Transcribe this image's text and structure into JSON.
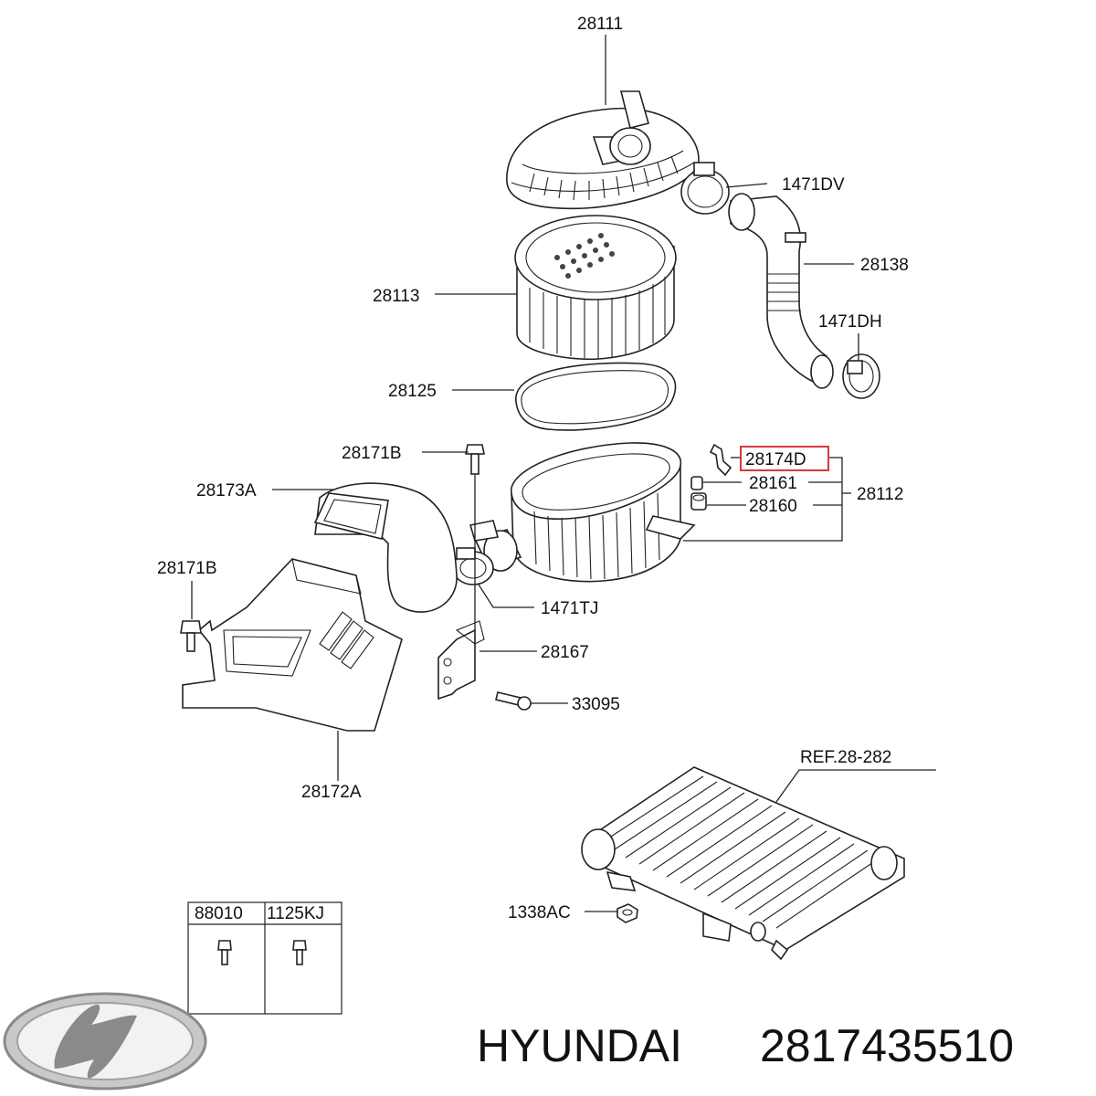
{
  "labels": {
    "p28111": "28111",
    "p1471DV": "1471DV",
    "p28138": "28138",
    "p28113": "28113",
    "p1471DH": "1471DH",
    "p28125": "28125",
    "p28171B_top": "28171B",
    "p28174D": "28174D",
    "p28161": "28161",
    "p28112": "28112",
    "p28173A": "28173A",
    "p28160": "28160",
    "p28171B_left": "28171B",
    "p1471TJ": "1471TJ",
    "p28167": "28167",
    "p33095": "33095",
    "p28172A": "28172A",
    "ref": "REF.28-282",
    "p1338AC": "1338AC"
  },
  "table": {
    "col1": "88010",
    "col2": "1125KJ"
  },
  "footer": {
    "brand": "HYUNDAI",
    "part_number": "2817435510"
  },
  "colors": {
    "highlight": "#d9383a",
    "logo": "#9a9a9a"
  }
}
